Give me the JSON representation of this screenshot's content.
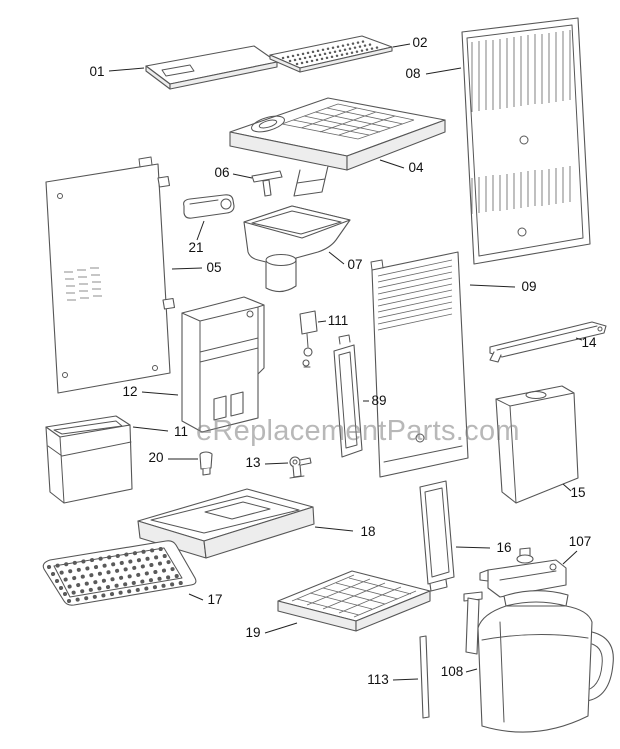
{
  "watermark": "eReplacementParts.com",
  "colors": {
    "line": "#565656",
    "watermark_gray": "#7d7d7d",
    "label_text": "#101010"
  },
  "callouts": {
    "01": "01",
    "02": "02",
    "04": "04",
    "05": "05",
    "06": "06",
    "07": "07",
    "08": "08",
    "09": "09",
    "11": "11",
    "12": "12",
    "13": "13",
    "14": "14",
    "15": "15",
    "16": "16",
    "17": "17",
    "18": "18",
    "19": "19",
    "20": "20",
    "21": "21",
    "89": "89",
    "107": "107",
    "108": "108",
    "111": "111",
    "113": "113"
  }
}
